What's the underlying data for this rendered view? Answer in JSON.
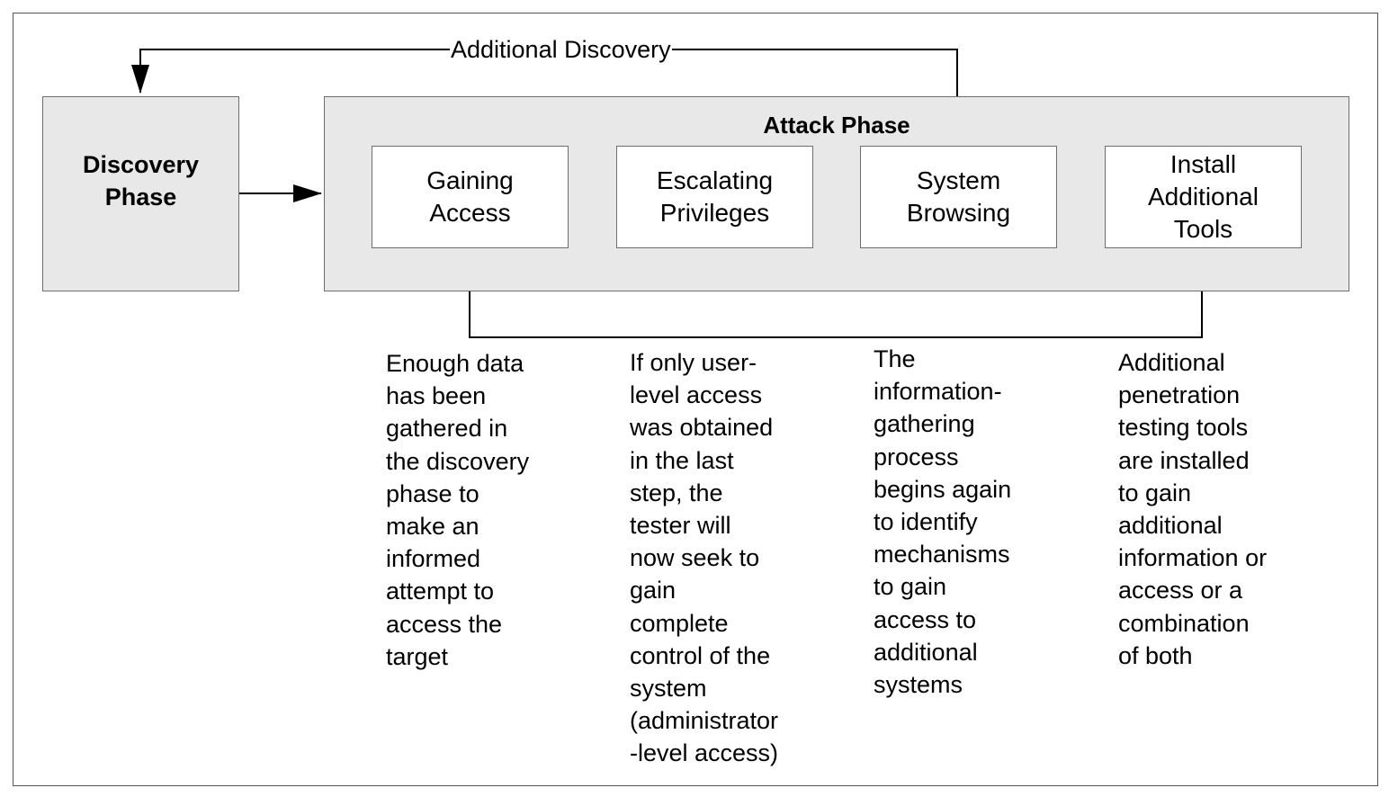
{
  "diagram": {
    "loop_label": "Additional Discovery",
    "discovery_phase": "Discovery\nPhase",
    "attack_phase": {
      "title": "Attack Phase",
      "steps": [
        {
          "label": "Gaining\nAccess"
        },
        {
          "label": "Escalating\nPrivileges"
        },
        {
          "label": "System\nBrowsing"
        },
        {
          "label": "Install\nAdditional\nTools"
        }
      ]
    },
    "descriptions": [
      "Enough data\nhas been\ngathered in\nthe discovery\nphase to\nmake an\ninformed\nattempt to\naccess the\ntarget",
      "If only user-\nlevel access\nwas obtained\nin the last\nstep, the\ntester will\nnow seek to\ngain\ncomplete\ncontrol of the\nsystem\n(administrator\n-level access)",
      "The\ninformation-\ngathering\nprocess\nbegins again\nto identify\nmechanisms\nto gain\naccess to\nadditional\nsystems",
      "Additional\npenetration\ntesting tools\nare installed\nto gain\nadditional\ninformation or\naccess or a\ncombination\nof both"
    ]
  }
}
